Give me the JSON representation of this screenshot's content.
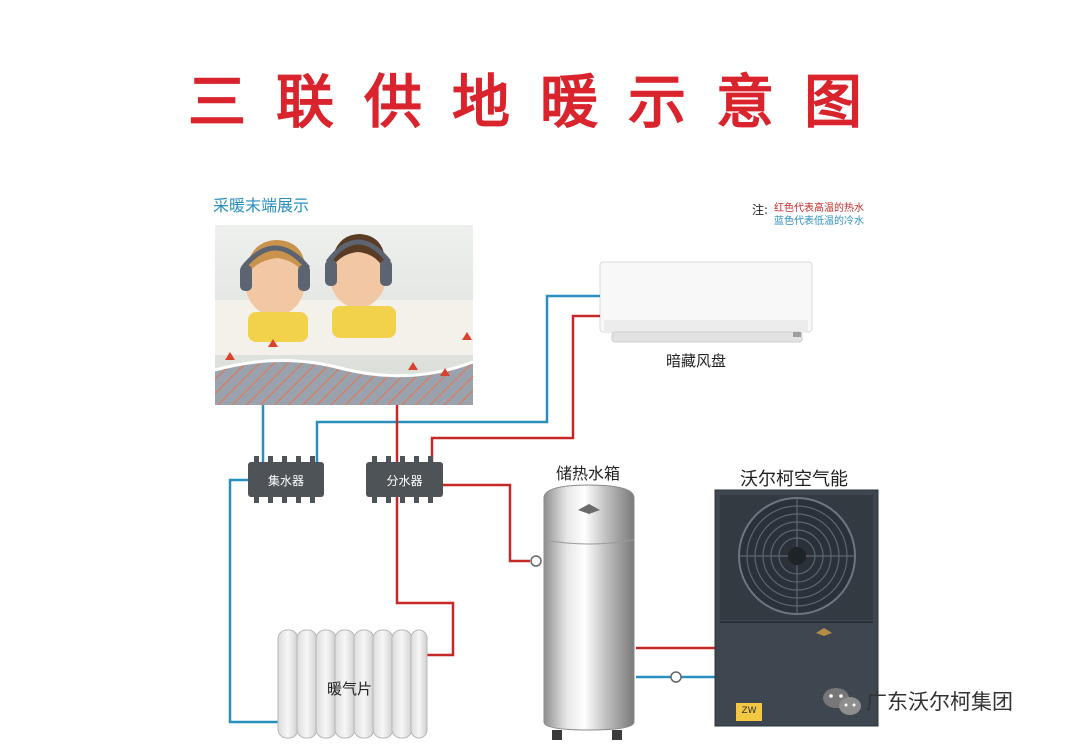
{
  "title": "三联供地暖示意图",
  "subtitle": "采暖末端展示",
  "note": {
    "prefix": "注:",
    "red_line": "红色代表高温的热水",
    "blue_line": "蓝色代表低温的冷水"
  },
  "components": {
    "fan_coil": "暗藏风盘",
    "water_collector": "集水器",
    "water_distributor": "分水器",
    "storage_tank": "储热水箱",
    "heat_pump": "沃尔柯空气能",
    "radiator": "暖气片"
  },
  "brand": {
    "logo_text": "广东沃尔柯集团",
    "unit_badge": "ZW"
  },
  "colors": {
    "title": "#d9232d",
    "hot_pipe": "#c62828",
    "cold_pipe": "#2a8fbf"
  }
}
